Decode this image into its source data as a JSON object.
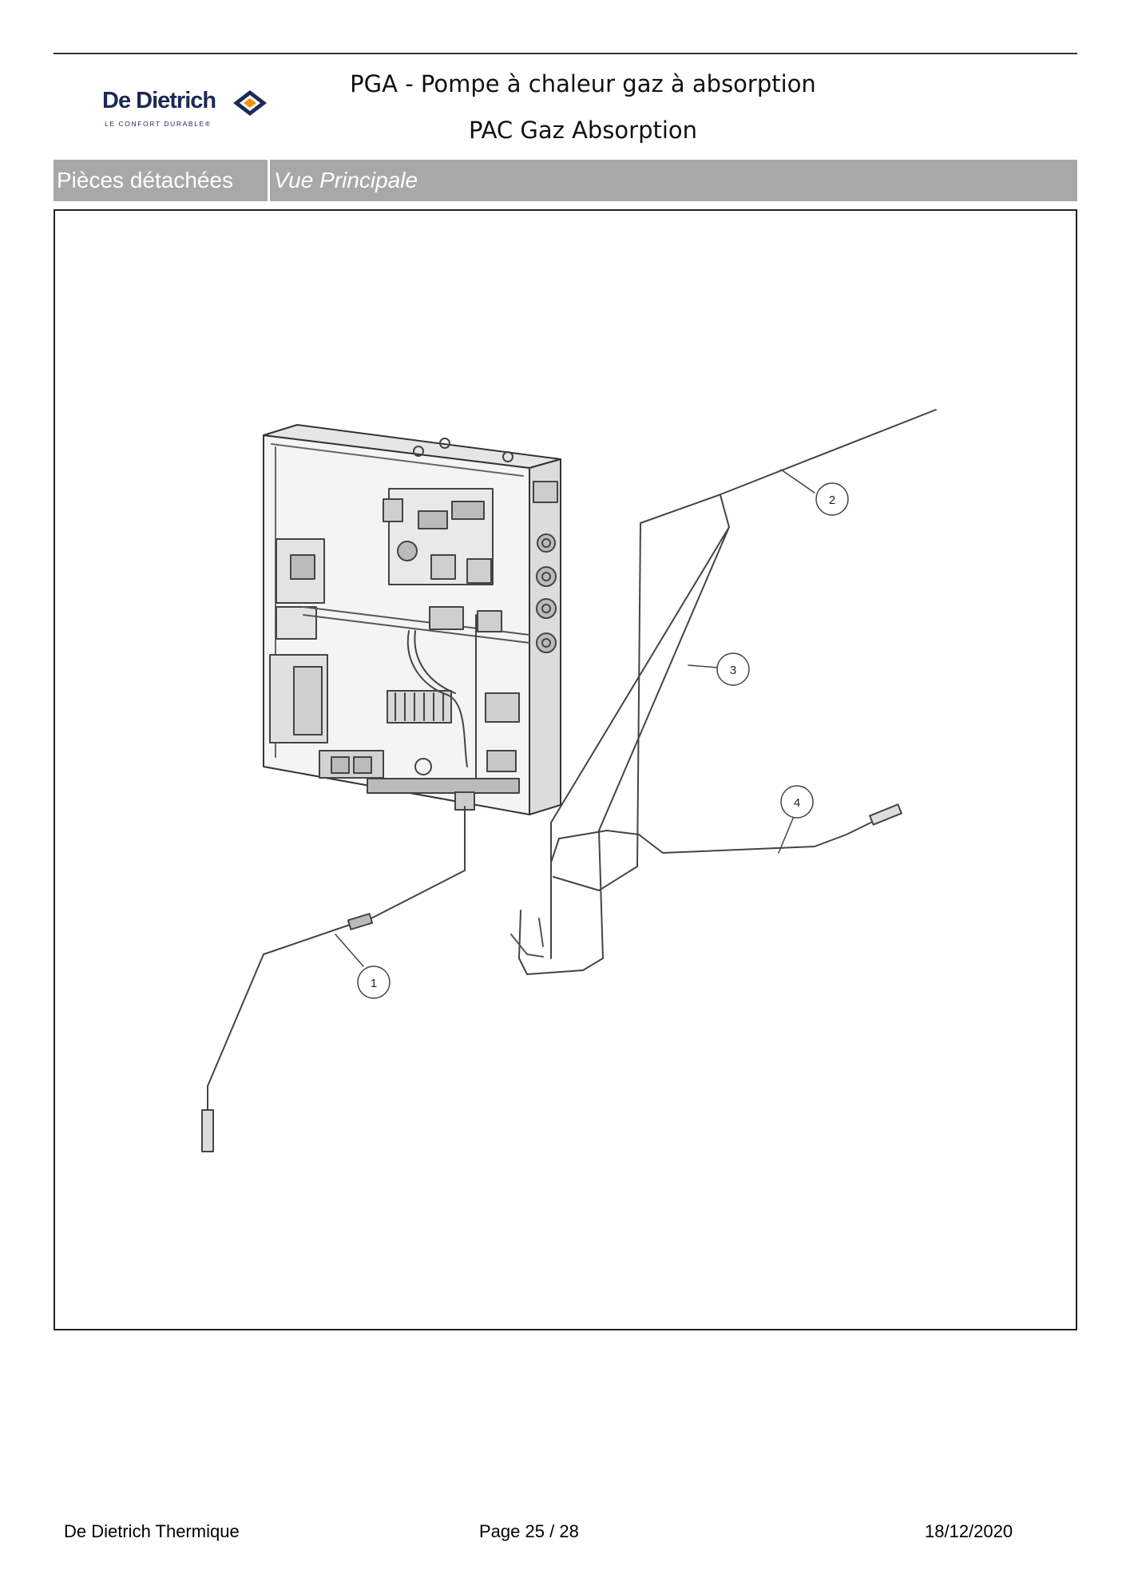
{
  "header": {
    "brand_name": "De Dietrich",
    "brand_tagline": "LE CONFORT DURABLE®",
    "title_line1": "PGA - Pompe à chaleur gaz à absorption",
    "title_line2": "PAC Gaz Absorption"
  },
  "section_bar": {
    "label": "Pièces détachées",
    "view": "Vue Principale"
  },
  "drawing": {
    "callouts": [
      "1",
      "2",
      "3",
      "4"
    ]
  },
  "footer": {
    "company": "De Dietrich Thermique",
    "page_label": "Page",
    "page_current": "25",
    "page_separator": "/",
    "page_total": "28",
    "date": "18/12/2020"
  },
  "colors": {
    "bar_background": "#a8a8a8",
    "brand_blue": "#1a2a55",
    "brand_orange": "#f39200"
  }
}
